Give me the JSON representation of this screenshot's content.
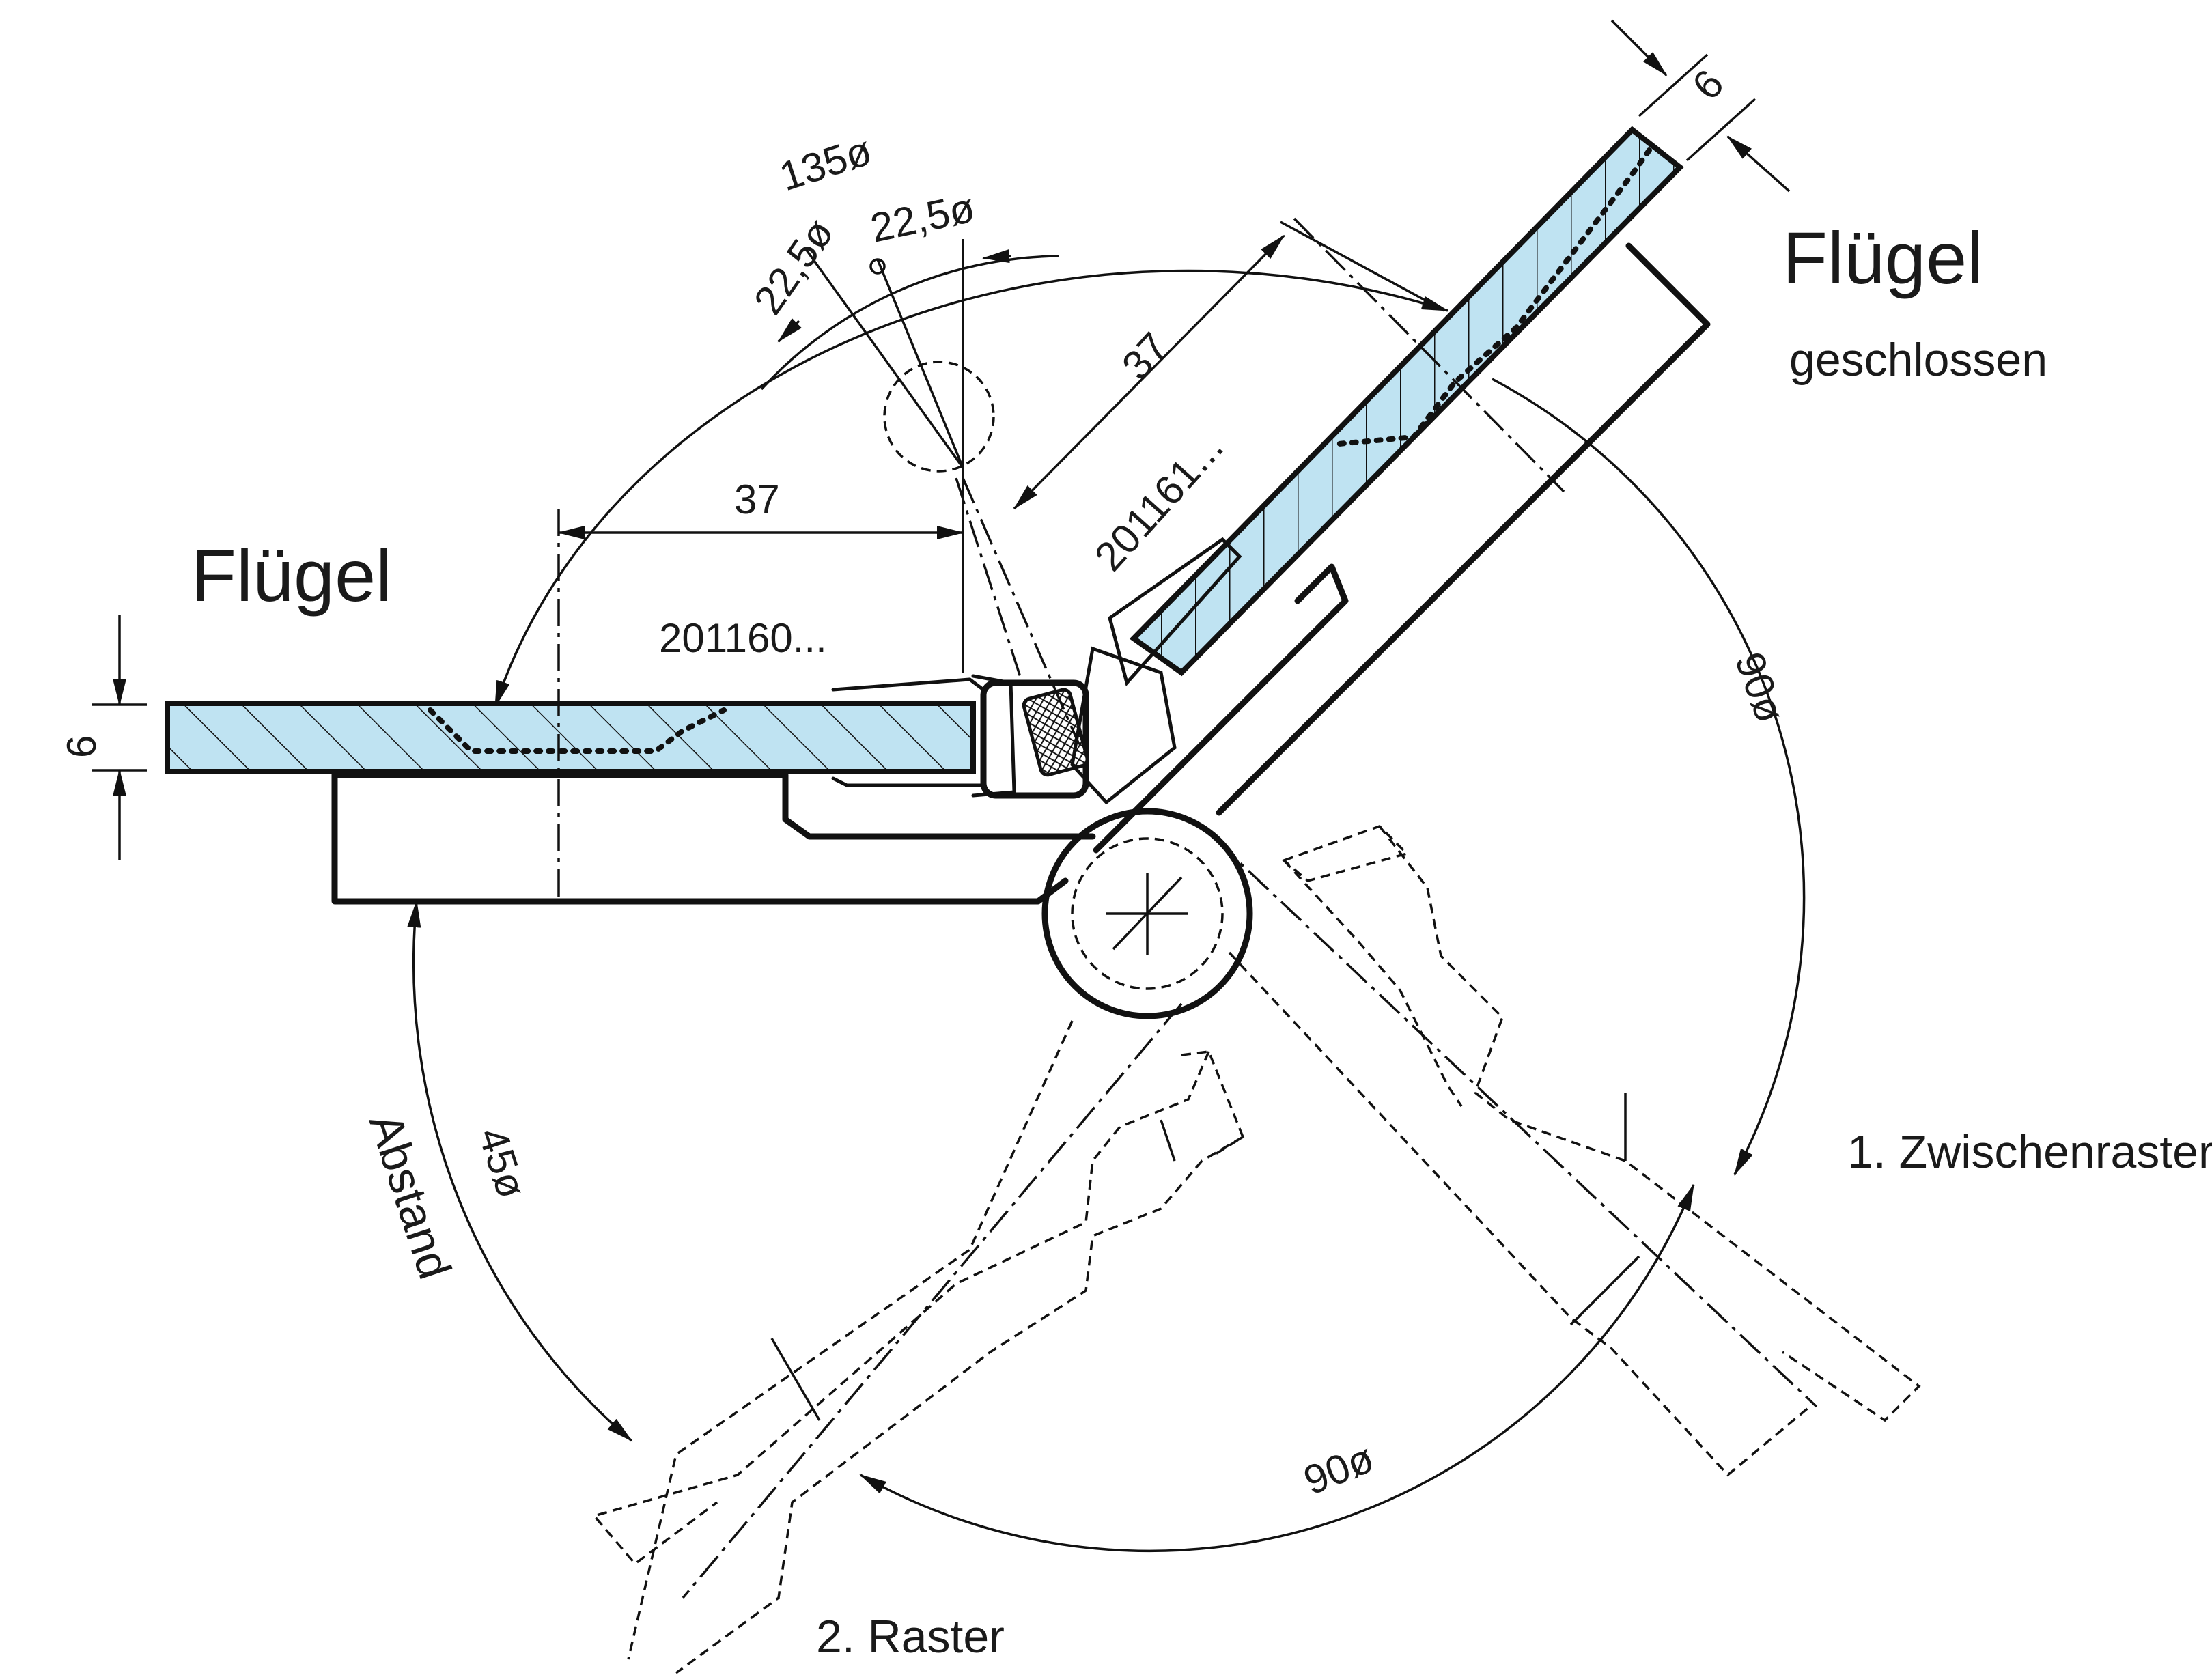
{
  "labels": {
    "fluegel_left": "Flügel",
    "fluegel_right": "Flügel",
    "geschlossen": "geschlossen",
    "zwischenraster": "1. Zwischenraster",
    "raster": "2. Raster",
    "abstand": "Abstand"
  },
  "dimensions": {
    "angle_135": "135ø",
    "angle_22_5_a": "22,5ø",
    "angle_22_5_b": "22,5ø",
    "angle_90_right": "90ø",
    "angle_90_bottom": "90ø",
    "angle_45": "45ø",
    "length_37_horizontal": "37",
    "length_37_diagonal": "37",
    "thickness_6_left": "6",
    "thickness_6_right": "6"
  },
  "part_numbers": {
    "left_part": "201160...",
    "right_part": "201161..."
  },
  "colors": {
    "glass_fill": "#bfe3f2",
    "line": "#111111"
  }
}
